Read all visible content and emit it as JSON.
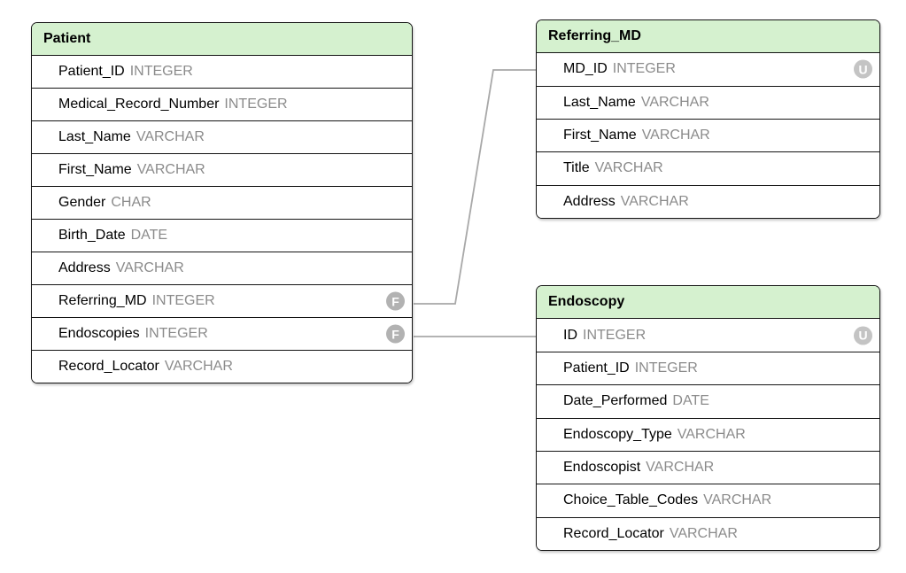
{
  "diagram": {
    "tables": [
      {
        "name": "Patient",
        "fields": [
          {
            "name": "Patient_ID",
            "type": "INTEGER"
          },
          {
            "name": "Medical_Record_Number",
            "type": "INTEGER"
          },
          {
            "name": "Last_Name",
            "type": "VARCHAR"
          },
          {
            "name": "First_Name",
            "type": "VARCHAR"
          },
          {
            "name": "Gender",
            "type": "CHAR"
          },
          {
            "name": "Birth_Date",
            "type": "DATE"
          },
          {
            "name": "Address",
            "type": "VARCHAR"
          },
          {
            "name": "Referring_MD",
            "type": "INTEGER",
            "key": "F"
          },
          {
            "name": "Endoscopies",
            "type": "INTEGER",
            "key": "F"
          },
          {
            "name": "Record_Locator",
            "type": "VARCHAR"
          }
        ]
      },
      {
        "name": "Referring_MD",
        "fields": [
          {
            "name": "MD_ID",
            "type": "INTEGER",
            "key": "U"
          },
          {
            "name": "Last_Name",
            "type": "VARCHAR"
          },
          {
            "name": "First_Name",
            "type": "VARCHAR"
          },
          {
            "name": "Title",
            "type": "VARCHAR"
          },
          {
            "name": "Address",
            "type": "VARCHAR"
          }
        ]
      },
      {
        "name": "Endoscopy",
        "fields": [
          {
            "name": "ID",
            "type": "INTEGER",
            "key": "U"
          },
          {
            "name": "Patient_ID",
            "type": "INTEGER"
          },
          {
            "name": "Date_Performed",
            "type": "DATE"
          },
          {
            "name": "Endoscopy_Type",
            "type": "VARCHAR"
          },
          {
            "name": "Endoscopist",
            "type": "VARCHAR"
          },
          {
            "name": "Choice_Table_Codes",
            "type": "VARCHAR"
          },
          {
            "name": "Record_Locator",
            "type": "VARCHAR"
          }
        ]
      }
    ],
    "key_legend": {
      "F": "foreign-key",
      "U": "unique-key"
    },
    "relations": [
      {
        "from_table": "Patient",
        "from_field": "Referring_MD",
        "to_table": "Referring_MD",
        "to_field": "MD_ID"
      },
      {
        "from_table": "Patient",
        "from_field": "Endoscopies",
        "to_table": "Endoscopy",
        "to_field": "ID"
      }
    ],
    "colors": {
      "header_fill": "#d5f1cf",
      "border": "#141414",
      "field_name_text": "#000000",
      "field_type_text": "#8b8b8b",
      "foreign_key_badge": "#b2b2b2",
      "unique_key_badge": "#c4c4c4",
      "badge_letter": "#ffffff",
      "connector_line": "#a8a8a8",
      "background": "#ffffff"
    }
  }
}
